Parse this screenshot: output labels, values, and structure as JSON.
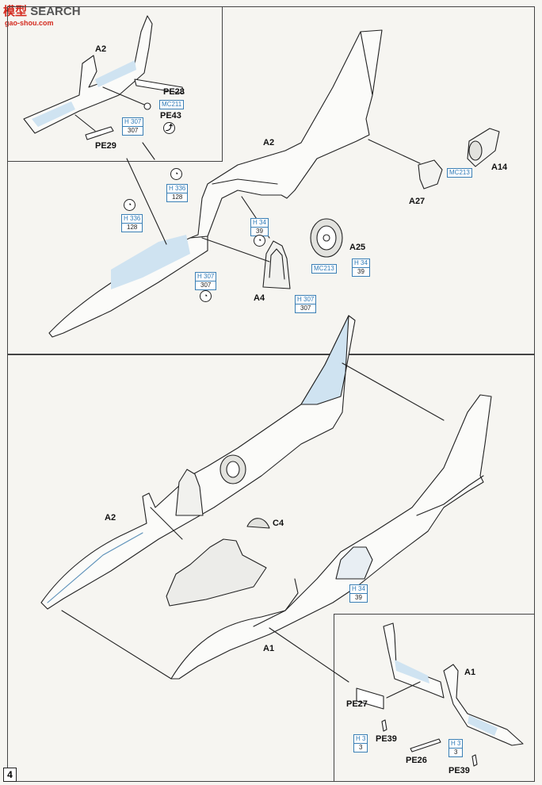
{
  "watermark": {
    "cn": "模型",
    "text": "SEARCH",
    "url": "gao-shou.com"
  },
  "page_number": "4",
  "labels": {
    "a2_inset": "A2",
    "pe28": "PE28",
    "pe43": "PE43",
    "pe29": "PE29",
    "a2_upper": "A2",
    "a14": "A14",
    "a27": "A27",
    "a25": "A25",
    "a4": "A4",
    "a2_lower": "A2",
    "c4": "C4",
    "a1_lower": "A1",
    "a1_inset": "A1",
    "pe27": "PE27",
    "pe39a": "PE39",
    "pe26": "PE26",
    "pe39b": "PE39"
  },
  "paints": [
    {
      "id": "p1",
      "code": "H 307",
      "num": "307"
    },
    {
      "id": "p2",
      "code": "H 336",
      "num": "128"
    },
    {
      "id": "p3",
      "code": "H 336",
      "num": "128"
    },
    {
      "id": "p4",
      "code": "H 34",
      "num": "39"
    },
    {
      "id": "p5",
      "code": "H 307",
      "num": "307"
    },
    {
      "id": "p6",
      "code": "H 307",
      "num": "307"
    },
    {
      "id": "p7",
      "code": "H 34",
      "num": "39"
    },
    {
      "id": "p8",
      "code": "H 34",
      "num": "39"
    },
    {
      "id": "p9",
      "code": "H 3",
      "num": "3"
    },
    {
      "id": "p10",
      "code": "H 3",
      "num": "3"
    }
  ],
  "mc": {
    "mc211": "MC211",
    "mc213a": "MC213",
    "mc213b": "MC213"
  },
  "icons": {
    "paint_bucket": "paint-bucket-icon",
    "arrow_up": "bend-up-icon"
  },
  "colors": {
    "paint_blue": "#2d79b6",
    "shade_blue": "#cfe3f1",
    "line": "#222222"
  }
}
